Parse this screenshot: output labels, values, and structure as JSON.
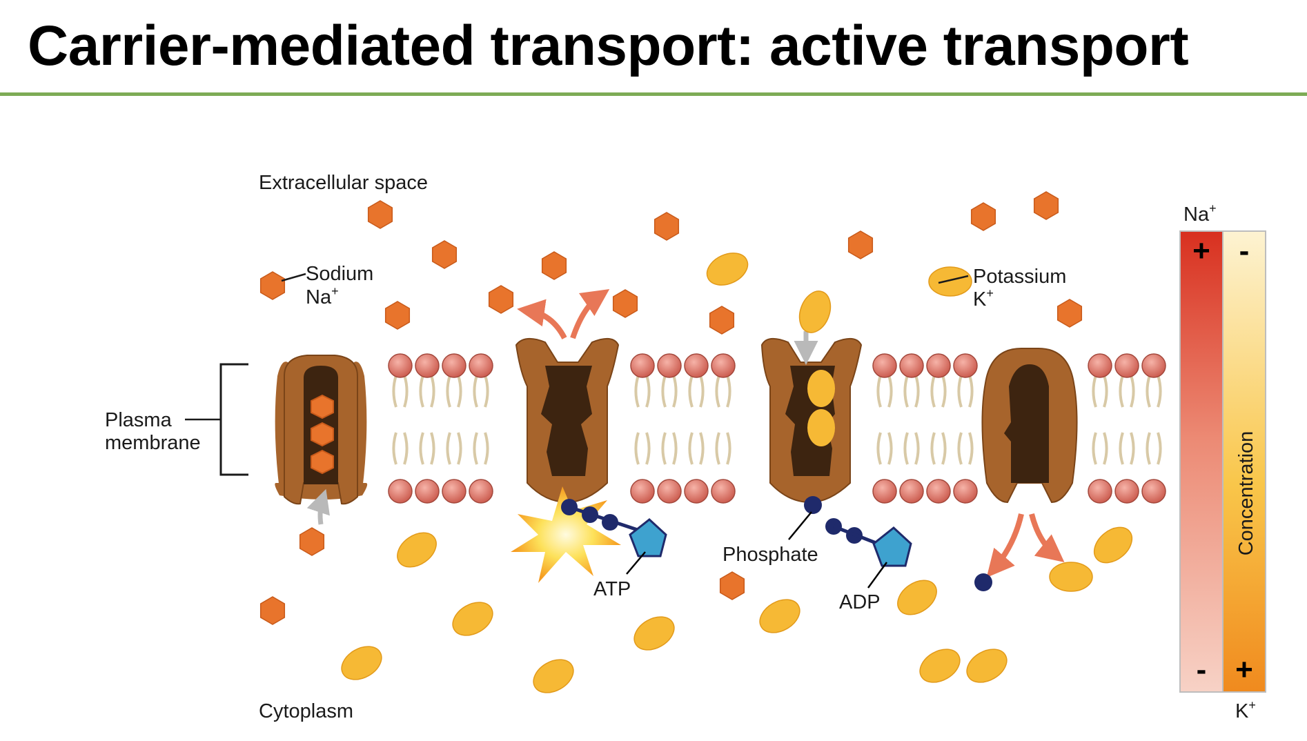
{
  "title": "Carrier-mediated transport: active transport",
  "labels": {
    "extracellular_space": "Extracellular space",
    "sodium": "Sodium",
    "sodium_symbol": "Na",
    "potassium": "Potassium",
    "potassium_symbol": "K",
    "ion_charge": "+",
    "plasma_membrane_line1": "Plasma",
    "plasma_membrane_line2": "membrane",
    "atp": "ATP",
    "phosphate": "Phosphate",
    "adp": "ADP",
    "cytoplasm": "Cytoplasm"
  },
  "gradient_scale": {
    "top_label": "Na",
    "bottom_label": "K",
    "axis_label": "Concentration",
    "na_high": "+",
    "na_low": "-",
    "k_low": "-",
    "k_high": "+"
  },
  "colors": {
    "title_rule": "#7dab55",
    "sodium_ion": "#e8742c",
    "potassium_ion": "#f6b935",
    "pump_protein": "#a7642c",
    "pump_channel": "#3d2410",
    "phosphate": "#1f2a6b",
    "atp_pentagon": "#3ea2cf",
    "lipid_head": "#e07a6e",
    "na_gradient_top": "#d8301f",
    "k_gradient_bottom": "#f08a1e"
  }
}
